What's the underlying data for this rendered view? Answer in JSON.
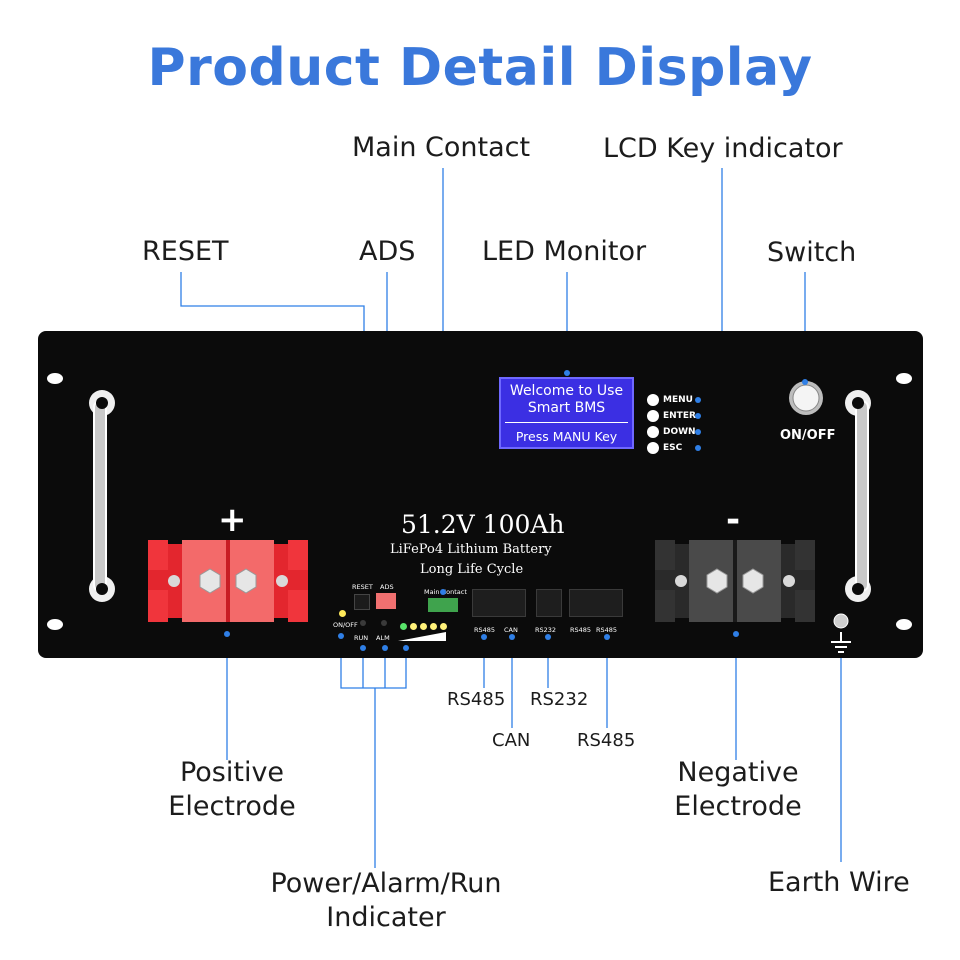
{
  "title": "Product Detail Display",
  "callouts": {
    "main_contact": "Main Contact",
    "lcd_key_indicator": "LCD Key indicator",
    "reset": "RESET",
    "ads": "ADS",
    "led_monitor": "LED Monitor",
    "switch": "Switch",
    "rs485_a": "RS485",
    "rs232": "RS232",
    "can": "CAN",
    "rs485_b": "RS485",
    "positive_electrode_1": "Positive",
    "positive_electrode_2": "Electrode",
    "negative_electrode_1": "Negative",
    "negative_electrode_2": "Electrode",
    "indicator_1": "Power/Alarm/Run",
    "indicator_2": "Indicater",
    "earth_wire": "Earth Wire"
  },
  "panel": {
    "lcd_line1": "Welcome to Use",
    "lcd_line2": "Smart BMS",
    "lcd_line3": "Press MANU Key",
    "keys": [
      "MENU",
      "ENTER",
      "DOWN",
      "ESC"
    ],
    "switch_label": "ON/OFF",
    "spec": "51.2V 100Ah",
    "chem": "LiFePo4 Lithium Battery",
    "life": "Long Life Cycle",
    "plus": "+",
    "minus": "-",
    "reset_small": "RESET",
    "ads_small": "ADS",
    "main_contact_small": "Main Contact",
    "onoff_small": "ON/OFF",
    "run_small": "RUN",
    "alm_small": "ALM",
    "port_labels": [
      "RS485",
      "CAN",
      "RS232",
      "RS485",
      "RS485"
    ]
  },
  "colors": {
    "title": "#3a78db",
    "leader": "#2f7fe6",
    "panel": "#0b0b0b",
    "lcd": "#3b2fe3",
    "positive_terminal": "#e3262e",
    "negative_terminal": "#2a2a2a"
  }
}
